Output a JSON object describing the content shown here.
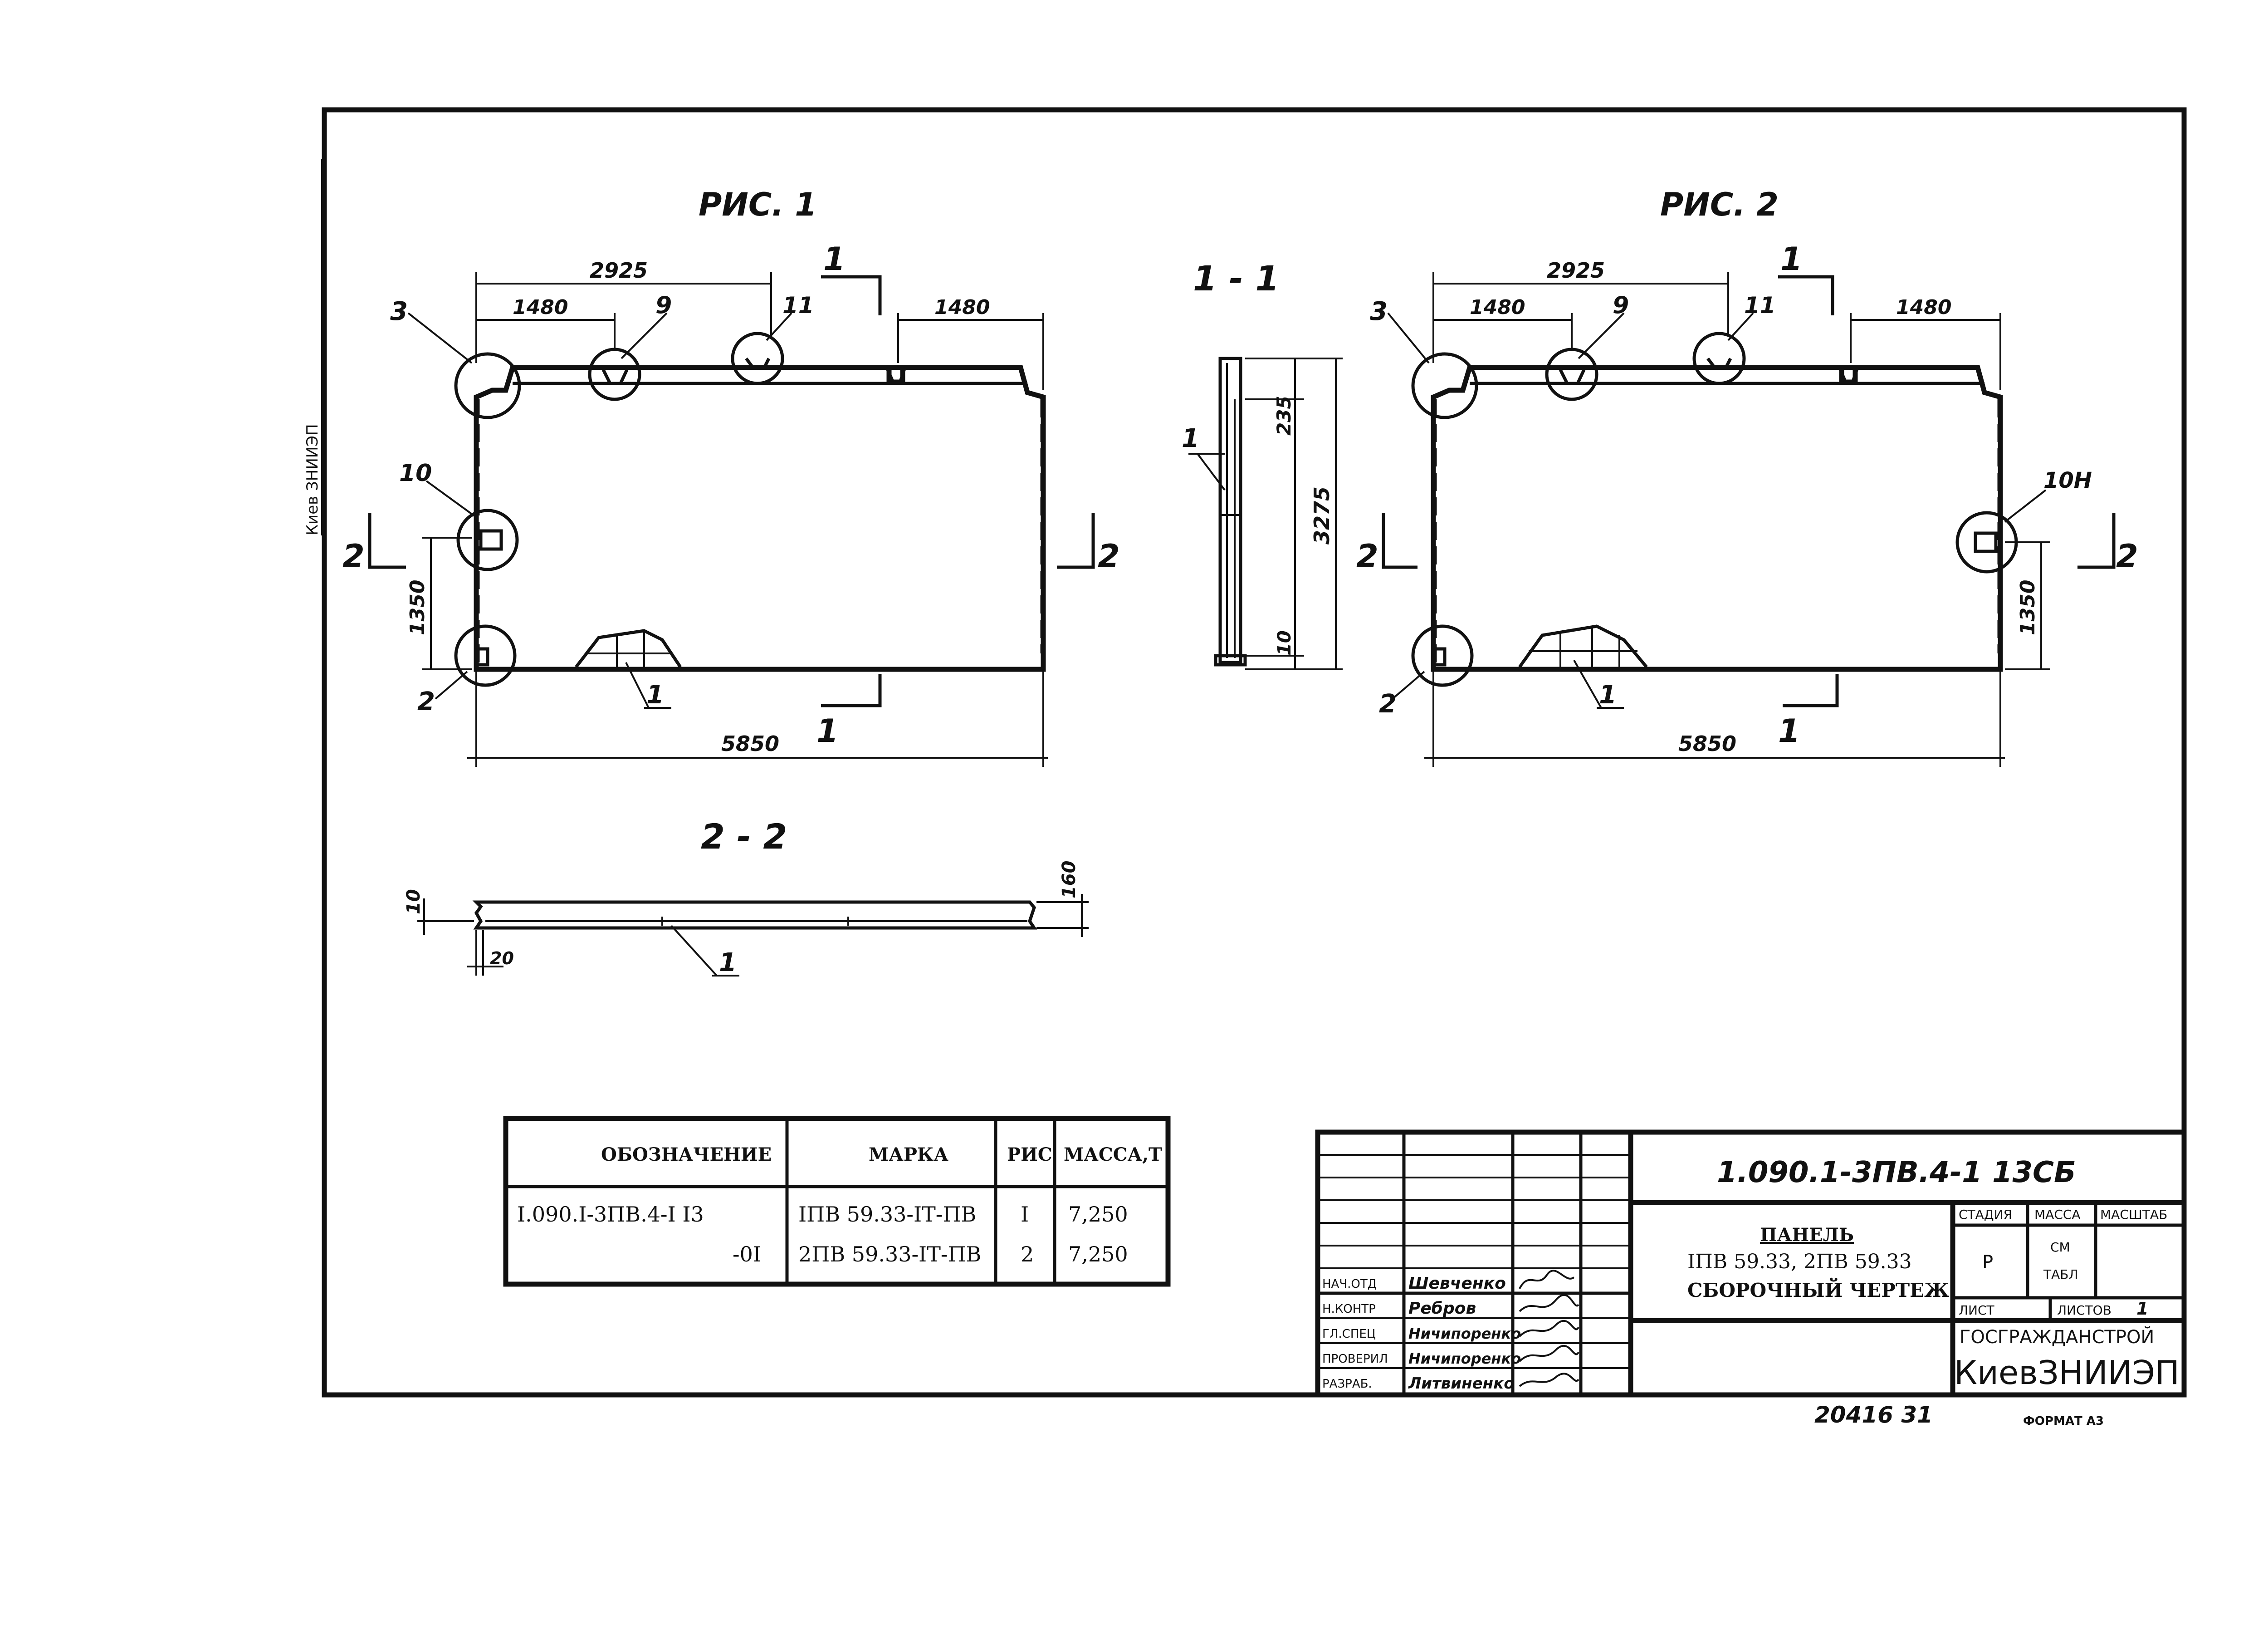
{
  "drawing": {
    "fig1_title": "РИС. 1",
    "fig2_title": "РИС. 2",
    "section_1_title": "1 - 1",
    "section_2_title": "2 - 2",
    "dims": {
      "d2925": "2925",
      "d1480": "1480",
      "d5850": "5850",
      "d1350": "1350",
      "d235": "235",
      "d3275": "3275",
      "d10": "10",
      "d160": "160",
      "d20": "20"
    },
    "callouts": {
      "c1": "1",
      "c2": "2",
      "c3": "3",
      "c9": "9",
      "c10": "10",
      "c10n": "10Н",
      "c11": "11"
    },
    "section_marks": {
      "s1": "1",
      "s2": "2"
    },
    "left_margin_text": "Киев ЗНИИЭП"
  },
  "spec_table": {
    "headers": [
      "ОБОЗНАЧЕНИЕ",
      "МАРКА",
      "РИС",
      "МАССА,Т"
    ],
    "rows": [
      [
        "I.090.I-3ПВ.4-I I3",
        "IПВ 59.33-IТ-ПВ",
        "I",
        "7,250"
      ],
      [
        "-0I",
        "2ПВ 59.33-IТ-ПВ",
        "2",
        "7,250"
      ]
    ]
  },
  "title_block": {
    "code": "1.090.1-3ПВ.4-1   13СБ",
    "name_line1": "ПАНЕЛЬ",
    "name_line2": "IПВ 59.33, 2ПВ 59.33",
    "name_line3": "СБОРОЧНЫЙ ЧЕРТЕЖ",
    "stage_header": "СТАДИЯ",
    "mass_header": "МАССА",
    "scale_header": "МАСШТАБ",
    "stage_value": "Р",
    "mass_value_1": "СМ",
    "mass_value_2": "ТАБЛ",
    "sheet_label": "ЛИСТ",
    "sheets_label": "ЛИСТОВ",
    "sheets_value": "1",
    "org_line1": "ГОСГРАЖДАНСТРОЙ",
    "org_line2": "КиевЗНИИЭП",
    "roles": [
      "НАЧ.ОТД",
      "Н.КОНТР",
      "ГЛ.СПЕЦ",
      "ПРОВЕРИЛ",
      "РАЗРАБ."
    ],
    "names": [
      "Шевченко",
      "Ребров",
      "Ничипоренко",
      "Ничипоренко",
      "Литвиненко"
    ]
  },
  "footer": {
    "number": "20416  31",
    "format": "ФОРМАТ А3"
  }
}
